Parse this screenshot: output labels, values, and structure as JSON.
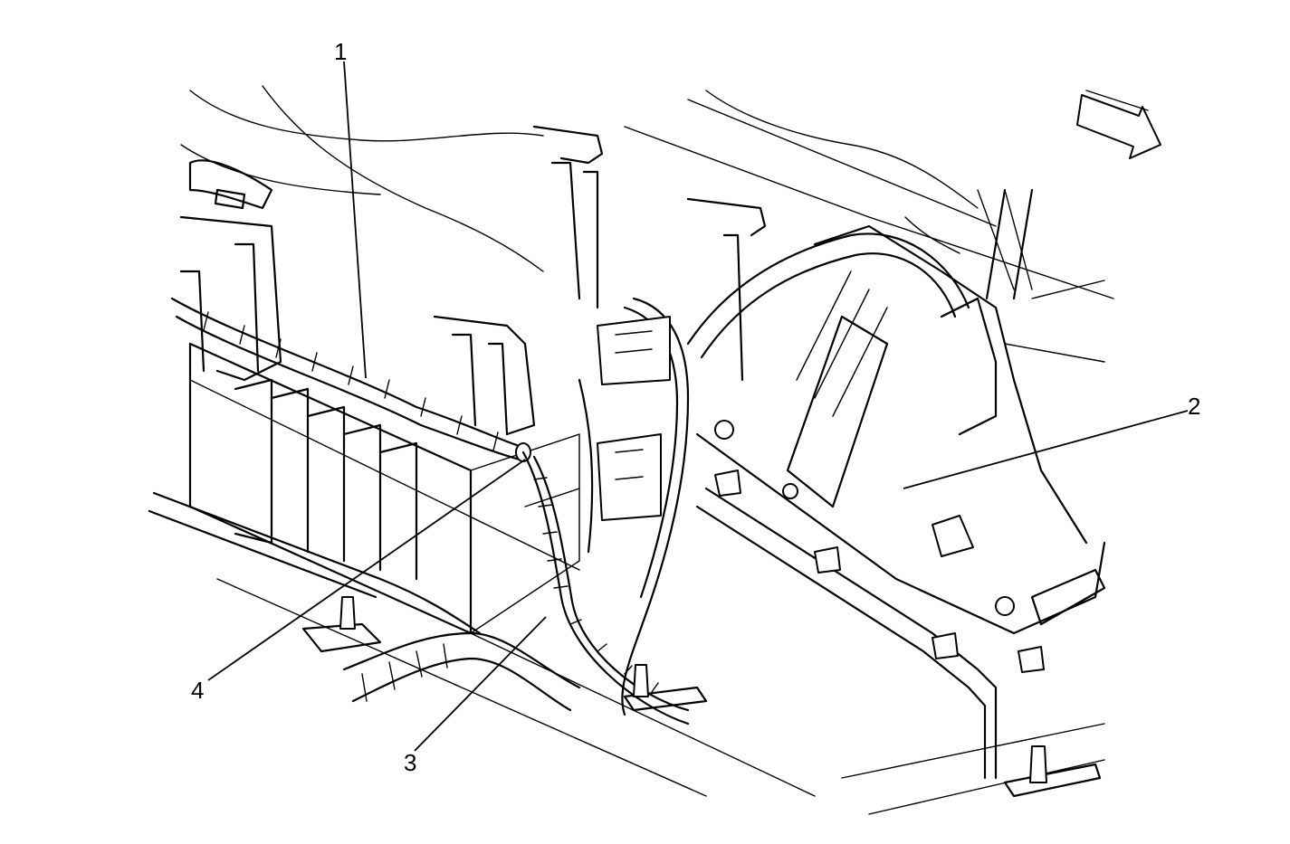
{
  "diagram": {
    "callouts": [
      {
        "id": "1",
        "label": "1"
      },
      {
        "id": "2",
        "label": "2"
      },
      {
        "id": "3",
        "label": "3"
      },
      {
        "id": "4",
        "label": "4"
      }
    ],
    "direction_arrow_icon": "front-direction-arrow-icon"
  }
}
